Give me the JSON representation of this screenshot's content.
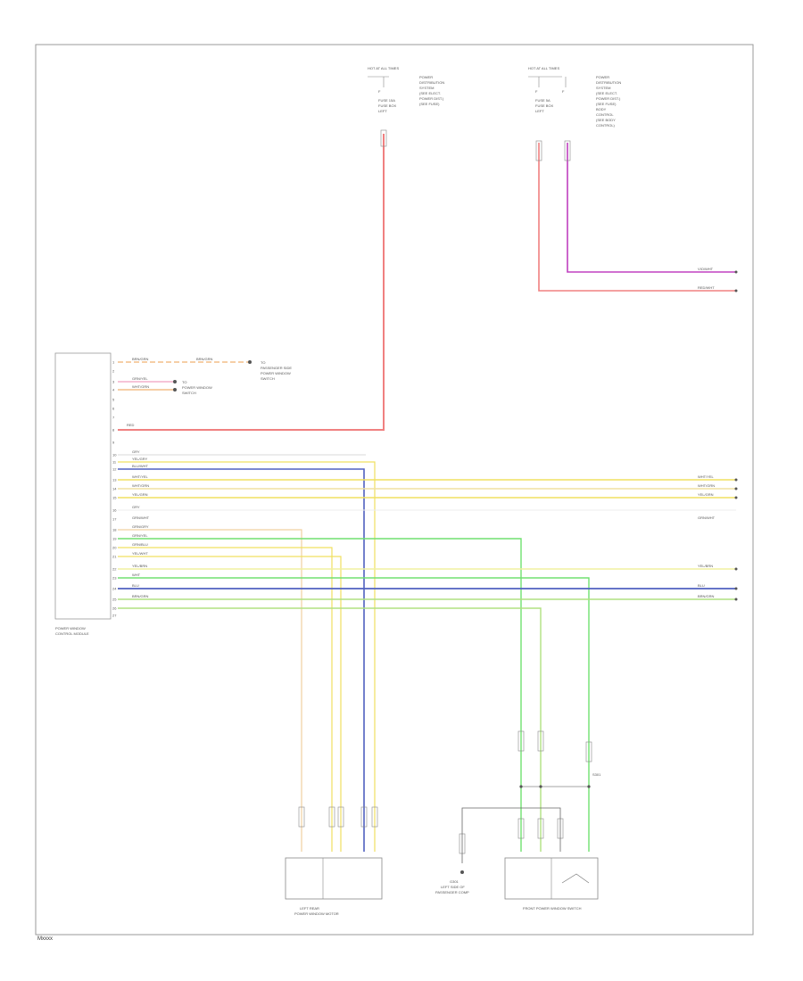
{
  "diagram_code": "Mxxxx",
  "colors": {
    "frame": "#888888",
    "red": "#f08080",
    "violet": "#c040c0",
    "blue": "#5060c0",
    "yellow": "#f0e060",
    "green": "#70e070",
    "gray": "#b0b0b0",
    "orange": "#f0b070",
    "pink": "#f0a0c0"
  },
  "fuse_top_left": {
    "header": "HOT AT ALL TIMES",
    "lines": [
      "FUSE 15A",
      "FUSE BOX",
      "LEFT"
    ],
    "note_lines": [
      "POWER",
      "DISTRIBUTION",
      "SYSTEM",
      "(SEE ELECT.",
      "POWER DIST.)",
      "(SEE FUSE)"
    ]
  },
  "fuse_top_right": {
    "header": "HOT AT ALL TIMES",
    "lines": [
      "FUSE 5A",
      "FUSE BOX",
      "LEFT"
    ],
    "note_lines": [
      "POWER",
      "DISTRIBUTION",
      "SYSTEM",
      "(SEE ELECT.",
      "POWER DIST.)",
      "(SEE FUSE)",
      "BODY",
      "CONTROL",
      "(SEE BODY",
      "CONTROL)"
    ]
  },
  "module": {
    "name_lines": [
      "POWER WINDOW",
      "CONTROL MODULE"
    ]
  },
  "pins": [
    "1",
    "2",
    "3",
    "4",
    "5",
    "6",
    "7",
    "8",
    "9",
    "10",
    "11",
    "12",
    "13",
    "14",
    "15",
    "16",
    "17",
    "18",
    "19",
    "20",
    "21",
    "22",
    "23",
    "24",
    "25",
    "26",
    "27"
  ],
  "wires": {
    "w1": "BRN/GRN",
    "w1b": "BRN/GRN",
    "w2": "GRN/YEL",
    "w3": "WHT/GRN",
    "red": "RED",
    "w_gry": "GRY",
    "w_yel_gry": "YEL/GRY",
    "w_blu_wht": "BLU/WHT",
    "w_wht_yel": "WHT/YEL",
    "w_wht_grn": "WHT/GRN",
    "w_yel_grn": "YEL/GRN",
    "w_gry2": "GRY",
    "w_grn_wht": "GRN/WHT",
    "w_grn_gry": "GRN/GRY",
    "w_grn_yel": "GRN/YEL",
    "w_grn_blu": "GRN/BLU",
    "w_yel_wht": "YEL/WHT",
    "w_yel_brn": "YEL/BRN",
    "w_wht": "WHT",
    "w_blu": "BLU",
    "w_brn_grn": "BRN/GRN",
    "vio_wht": "VIO/WHT",
    "red_wht": "RED/WHT"
  },
  "right_labels": {
    "r1": "WHT/YEL",
    "r2": "WHT/GRN",
    "r3": "YEL/GRN",
    "r4": "GRN/WHT",
    "r5": "YEL/BRN",
    "r6": "BLU",
    "r7": "BRN/GRN"
  },
  "ground_labels": {
    "g1": "G301",
    "g2": "LEFT SIDE OF",
    "g3": "PASSENGER COMP"
  },
  "side_notes": {
    "n1": "TO",
    "n2": "PASSENGER SIDE",
    "n3": "POWER WINDOW",
    "n4": "SWITCH",
    "n5": "TO",
    "n6": "POWER WINDOW",
    "n7": "SWITCH"
  },
  "bottom": {
    "motor_lines": [
      "LEFT REAR",
      "POWER WINDOW MOTOR"
    ],
    "switch_label": "FRONT POWER WINDOW SWITCH",
    "ground_lines": [
      "G301",
      "LEFT SIDE OF",
      "PASSENGER COMP"
    ],
    "splice_label": "S301"
  }
}
